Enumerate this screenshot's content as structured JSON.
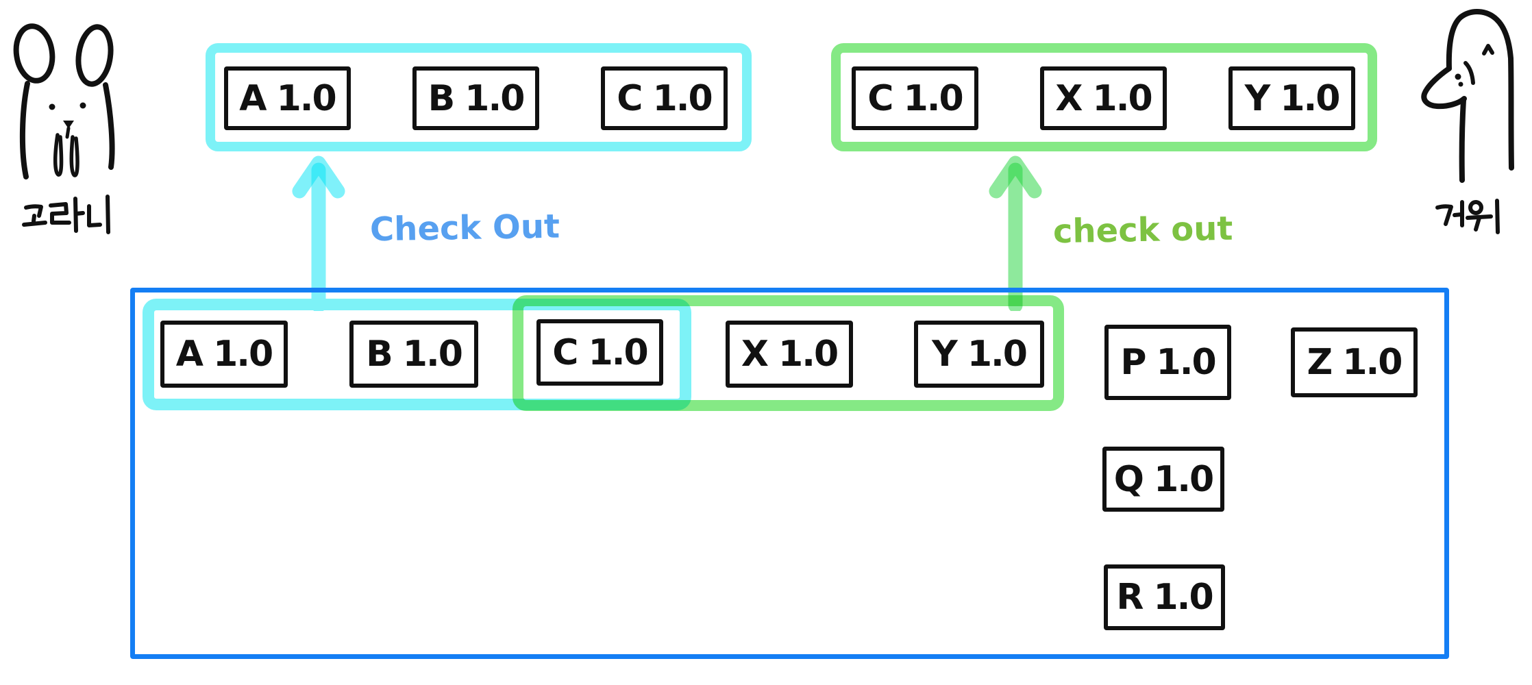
{
  "colors": {
    "cyan_highlight": "#7DF2F7",
    "green_highlight": "#85E985",
    "repo_border_blue": "#147EF4",
    "cyan_arrow": "#00E4F6",
    "green_arrow": "#1ED43A",
    "checkout_left_text": "#57A0F0",
    "checkout_right_text": "#7DC242",
    "ink": "#111111"
  },
  "actors": {
    "left": {
      "label": "고라니"
    },
    "right": {
      "label": "거위"
    }
  },
  "annotations": {
    "checkout_left": "Check Out",
    "checkout_right": "check out"
  },
  "workspace_left": {
    "packages": [
      "A 1.0",
      "B 1.0",
      "C 1.0"
    ]
  },
  "workspace_right": {
    "packages": [
      "C 1.0",
      "X 1.0",
      "Y 1.0"
    ]
  },
  "repository": {
    "row_packages": [
      "A 1.0",
      "B 1.0",
      "C 1.0",
      "X 1.0",
      "Y 1.0",
      "P 1.0",
      "Z 1.0"
    ],
    "stack_packages": [
      "Q 1.0",
      "R 1.0"
    ],
    "cyan_selection": [
      "A 1.0",
      "B 1.0",
      "C 1.0"
    ],
    "green_selection": [
      "C 1.0",
      "X 1.0",
      "Y 1.0"
    ]
  }
}
